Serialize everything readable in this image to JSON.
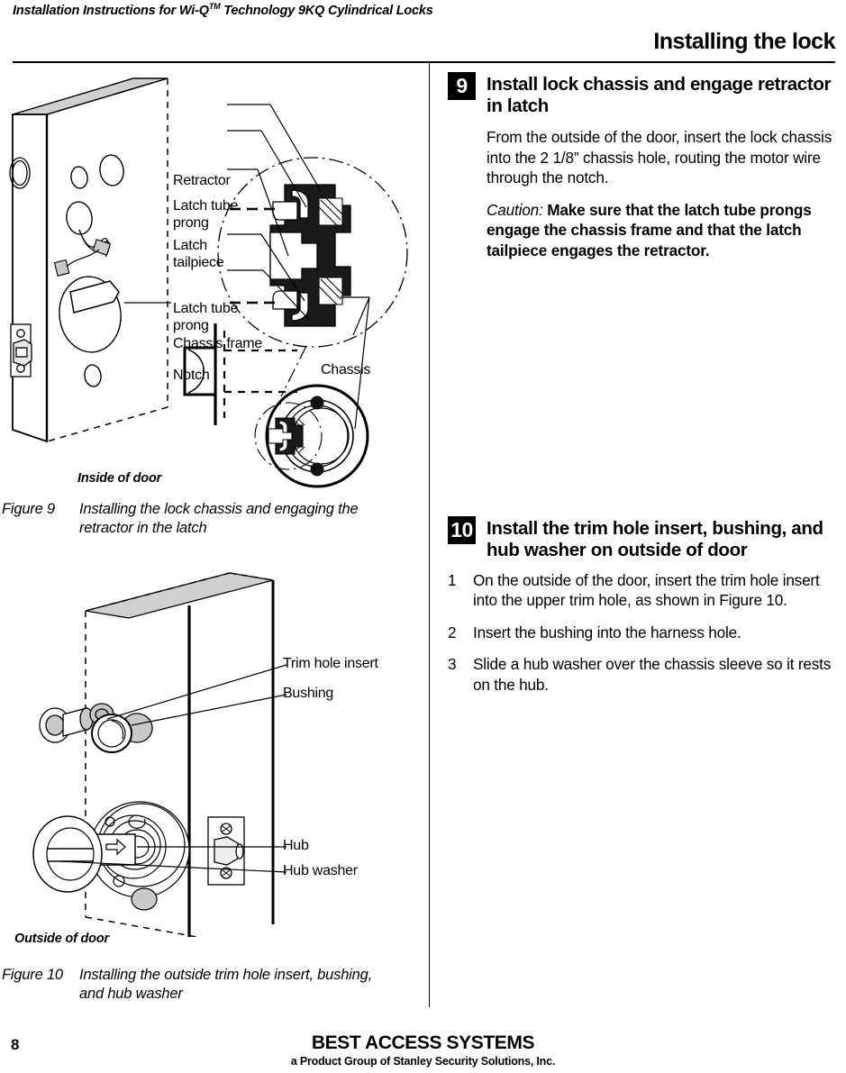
{
  "header": {
    "running_head_prefix": "Installation Instructions for Wi-Q",
    "running_head_tm": "TM",
    "running_head_suffix": " Technology 9KQ Cylindrical Locks",
    "chapter_title": "Installing the lock"
  },
  "steps": [
    {
      "number": "9",
      "title": "Install lock chassis and engage retractor in latch",
      "paragraphs": [
        "From the outside of the door, insert the lock chassis into the 2 1/8”  chassis hole, routing the motor wire through the notch."
      ],
      "caution_label": "Caution:",
      "caution_text": "Make sure that the latch tube prongs engage the chassis frame and that the latch tailpiece engages the retractor."
    },
    {
      "number": "10",
      "title": "Install the trim hole insert, bushing, and hub washer on outside of door",
      "list": [
        {
          "num": "1",
          "text": "On the outside of the door, insert the trim hole insert into the upper trim hole, as shown in Figure 10."
        },
        {
          "num": "2",
          "text": "Insert the bushing into the harness hole."
        },
        {
          "num": "3",
          "text": "Slide a hub washer over the chassis sleeve so it rests on the hub."
        }
      ]
    }
  ],
  "figure9": {
    "caption_label": "Figure 9",
    "caption_text": "Installing the lock chassis and engaging the retractor in the latch",
    "side_note": "Inside of door",
    "callouts": {
      "retractor": "Retractor",
      "latch_tube_prong_top": "Latch tube\nprong",
      "latch_tailpiece": "Latch\ntailpiece",
      "latch_tube_prong_bottom": "Latch tube\nprong",
      "chassis_frame": "Chassis frame",
      "notch": "Notch",
      "chassis": "Chassis"
    }
  },
  "figure10": {
    "caption_label": "Figure 10",
    "caption_text": "Installing the outside trim hole insert, bushing, and hub washer",
    "side_note": "Outside of door",
    "callouts": {
      "trim_hole_insert": "Trim hole insert",
      "bushing": "Bushing",
      "hub": "Hub",
      "hub_washer": "Hub washer"
    }
  },
  "footer": {
    "page_number": "8",
    "brand": "BEST ACCESS SYSTEMS",
    "sub": "a Product Group of Stanley Security Solutions, Inc."
  },
  "colors": {
    "ink": "#000000",
    "shade": "#d0d0d0",
    "paper": "#ffffff"
  }
}
